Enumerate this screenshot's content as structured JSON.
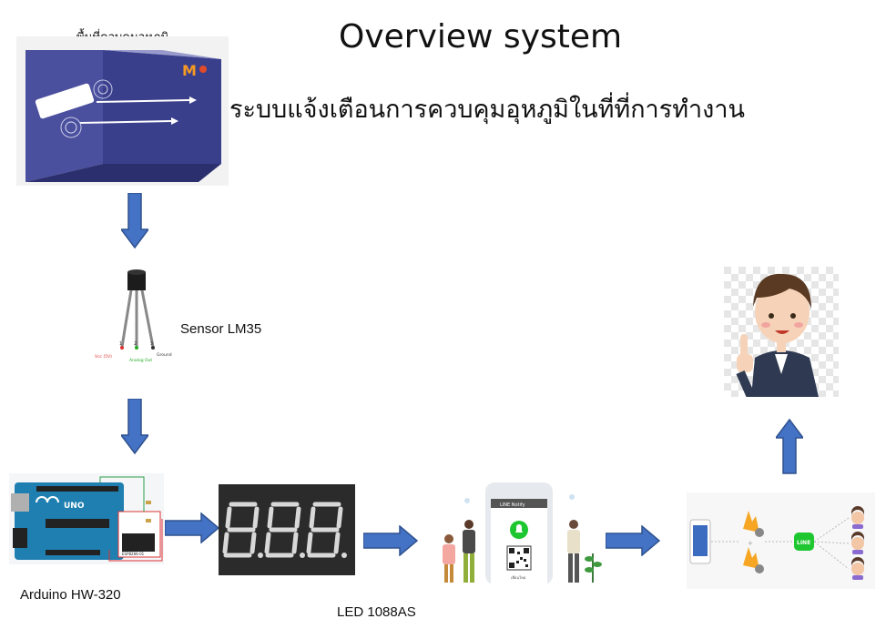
{
  "title": "Overview system",
  "subtitle": "ระบบแจ้งเตือนการควบคุมอุหภูมิในที่ที่การทำงาน",
  "room": {
    "label": "พื้นที่ควบคุมอุหภูมิ",
    "logo_text": "M"
  },
  "sensor": {
    "label": "Sensor LM35",
    "pin_vcc": "Vcc (5V)",
    "pin_out": "Analog Out",
    "pin_gnd": "Ground",
    "pins": [
      "1",
      "2",
      "3"
    ]
  },
  "arduino": {
    "label": "Arduino HW-320",
    "board_text": "UNO",
    "module_text": "ESP8266-01"
  },
  "led": {
    "label": "LED 1088AS"
  },
  "line_notify": {
    "header_text": "LINE Notify",
    "footer_text": "เพื่อนใหม่"
  },
  "cloud": {
    "line_text": "LINE"
  },
  "colors": {
    "arrow_fill": "#4472c4",
    "arrow_stroke": "#2f528f",
    "room_wall": "#3a3f8c",
    "led_bg": "#2b2b2b",
    "line_green": "#1ec730"
  },
  "icons": [
    "down-arrow-icon",
    "right-arrow-icon",
    "up-arrow-icon",
    "bell-icon",
    "qr-code-icon",
    "firebase-icon",
    "line-icon",
    "user-icon"
  ]
}
